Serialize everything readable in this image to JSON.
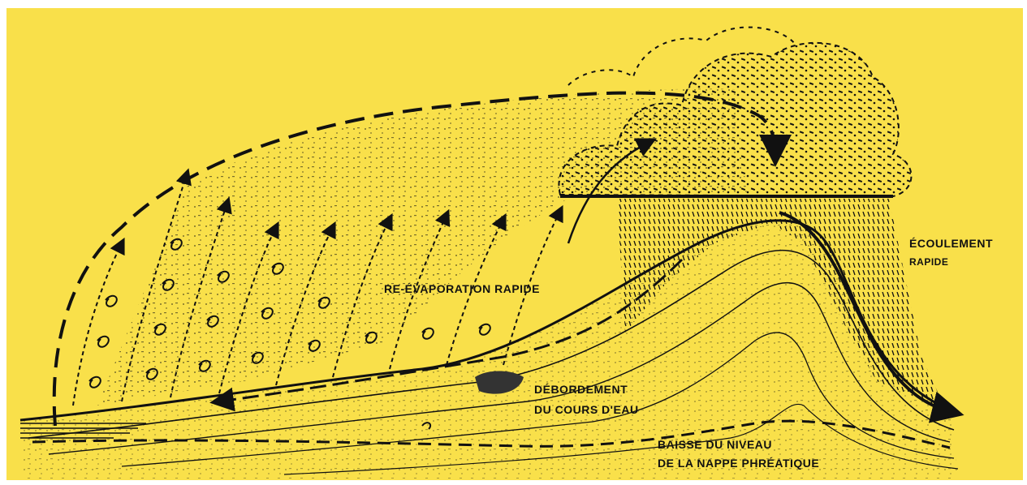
{
  "colors": {
    "background": "#f9e04a",
    "ink": "#111111",
    "page": "#ffffff"
  },
  "labels": {
    "reevaporation": "RE-ÉVAPORATION RAPIDE",
    "ecoulement_1": "ÉCOULEMENT",
    "ecoulement_2": "RAPIDE",
    "debordement_1": "DÉBORDEMENT",
    "debordement_2": "DU COURS D'EAU",
    "baisse_1": "BAISSE DU NIVEAU",
    "baisse_2": "DE LA NAPPE PHRÉATIQUE"
  }
}
